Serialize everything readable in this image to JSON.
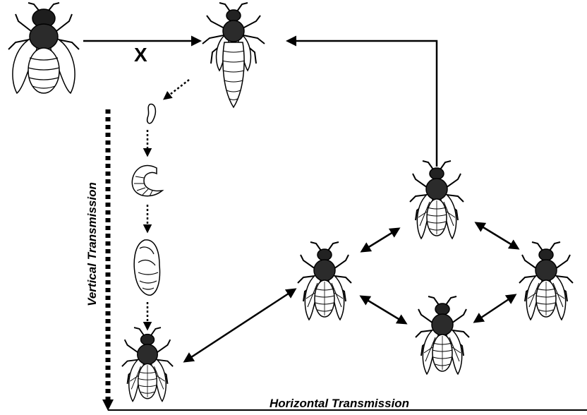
{
  "diagram": {
    "cross_label": "X",
    "horizontal_label": "Horizontal Transmission",
    "vertical_label": "Vertical Transmission"
  },
  "icons": {
    "drone": "drone-bee-icon",
    "queen": "queen-bee-icon",
    "egg": "egg-icon",
    "larva": "larva-icon",
    "pupa": "pupa-icon",
    "worker": "worker-bee-icon"
  },
  "colors": {
    "ink": "#000000",
    "background": "#ffffff"
  }
}
